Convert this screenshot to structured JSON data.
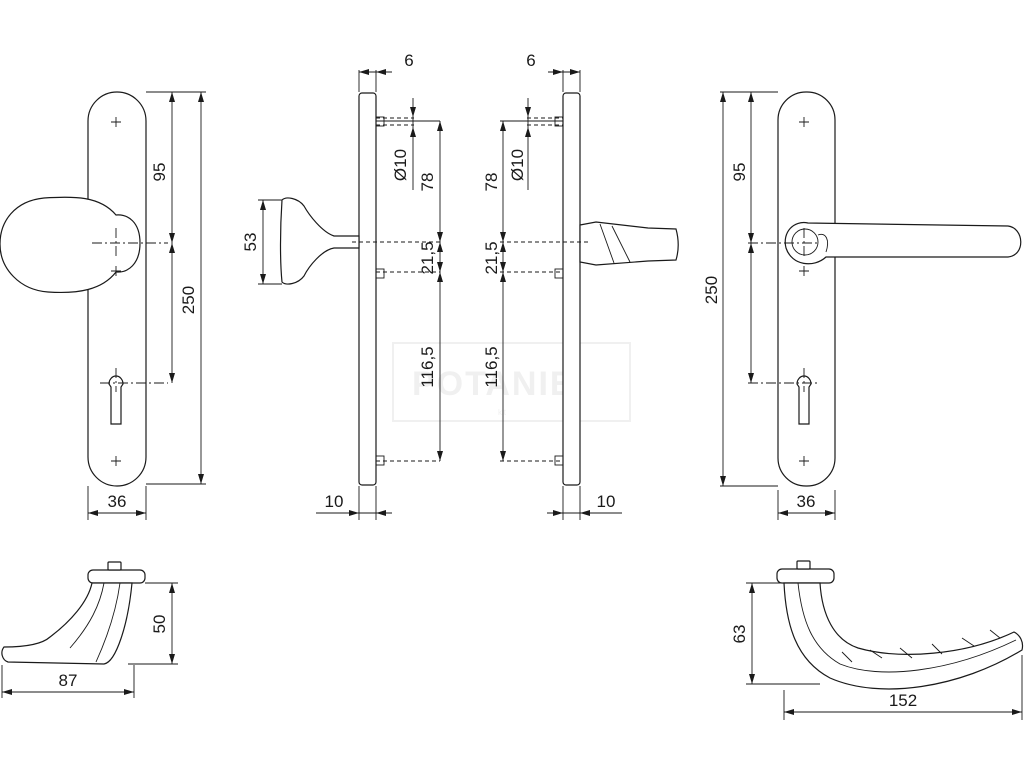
{
  "watermark": {
    "text": "POTANIE",
    "sub": "kit"
  },
  "views": {
    "front_knob": {
      "w": "36",
      "spacing": "95",
      "total": "250"
    },
    "side_knob": {
      "offset": "6",
      "hole": "Ø10",
      "d1": "78",
      "d2": "21,5",
      "d3": "116,5",
      "knob_h": "53",
      "thickness": "10"
    },
    "side_lever": {
      "offset": "6",
      "hole": "Ø10",
      "d1": "78",
      "d2": "21,5",
      "d3": "116,5",
      "thickness": "10"
    },
    "front_lever": {
      "w": "36",
      "spacing": "95",
      "total": "250"
    },
    "knob_profile": {
      "h": "50",
      "w": "87"
    },
    "lever_profile": {
      "h": "63",
      "w": "152"
    }
  },
  "colors": {
    "line": "#1a1a1a",
    "background": "#ffffff",
    "watermark": "#f0f0f0"
  }
}
